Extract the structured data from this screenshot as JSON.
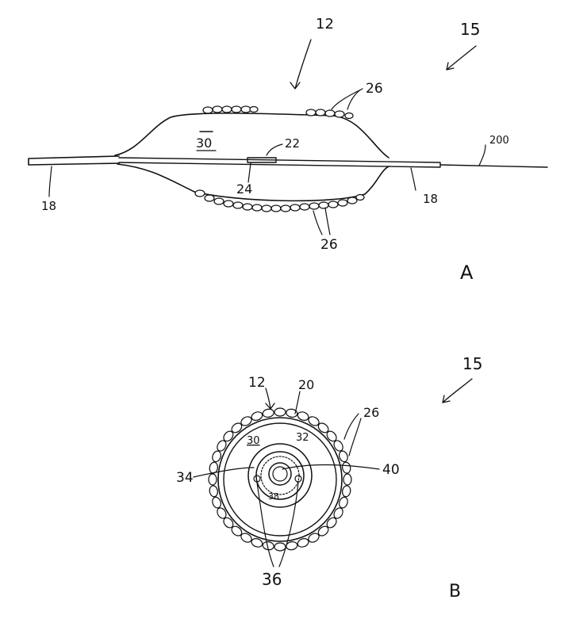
{
  "figure_a": {
    "label": "A",
    "ref_15": "15",
    "ref_12": "12",
    "ref_26_top": "26",
    "ref_30": "30",
    "ref_22": "22",
    "ref_200": "200",
    "ref_24": "24",
    "ref_18_left": "18",
    "ref_18_right": "18",
    "ref_26_bottom": "26"
  },
  "figure_b": {
    "label": "B",
    "ref_15": "15",
    "ref_12": "12",
    "ref_20": "20",
    "ref_26": "26",
    "ref_30": "30",
    "ref_32": "32",
    "ref_34": "34",
    "ref_40": "40",
    "ref_38": "38",
    "ref_36": "36"
  }
}
